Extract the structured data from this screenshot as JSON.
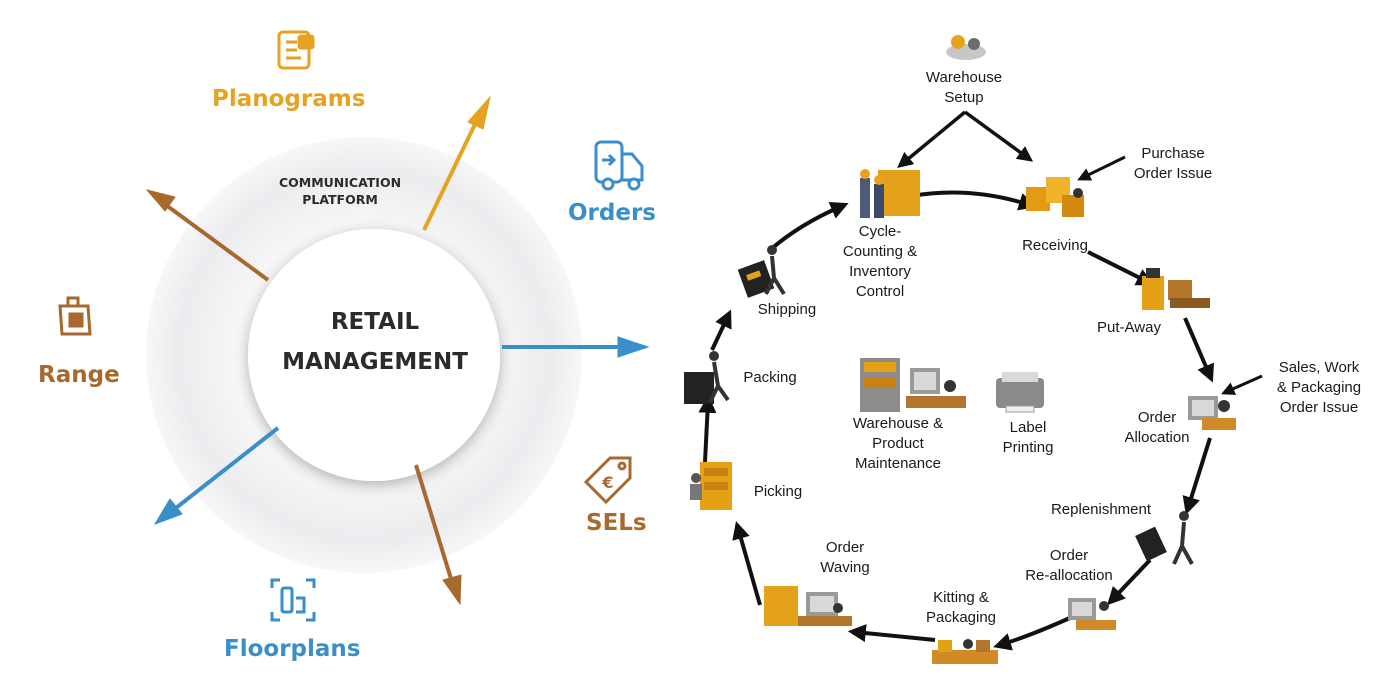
{
  "retail": {
    "platform_line1": "COMMUNICATION",
    "platform_line2": "PLATFORM",
    "title_line1": "RETAIL",
    "title_line2": "MANAGEMENT",
    "categories": {
      "planograms": "Planograms",
      "orders": "Orders",
      "range": "Range",
      "sels": "SELs",
      "floorplans": "Floorplans"
    },
    "colors": {
      "gold": "#e6a322",
      "brown": "#a8692f",
      "blue": "#3a8fc9",
      "ring": "#ececef"
    }
  },
  "warehouse": {
    "warehouse_setup": "Warehouse\nSetup",
    "purchase_order_issue": "Purchase\nOrder Issue",
    "cycle_counting": "Cycle-\nCounting &\nInventory\nControl",
    "receiving": "Receiving",
    "shipping": "Shipping",
    "put_away": "Put-Away",
    "packing": "Packing",
    "warehouse_product_maintenance": "Warehouse &\nProduct\nMaintenance",
    "label_printing": "Label\nPrinting",
    "order_allocation": "Order\nAllocation",
    "sales_work_packaging": "Sales, Work\n& Packaging\nOrder Issue",
    "picking": "Picking",
    "replenishment": "Replenishment",
    "order_waving": "Order\nWaving",
    "order_reallocation": "Order\nRe-allocation",
    "kitting_packaging": "Kitting &\nPackaging"
  }
}
